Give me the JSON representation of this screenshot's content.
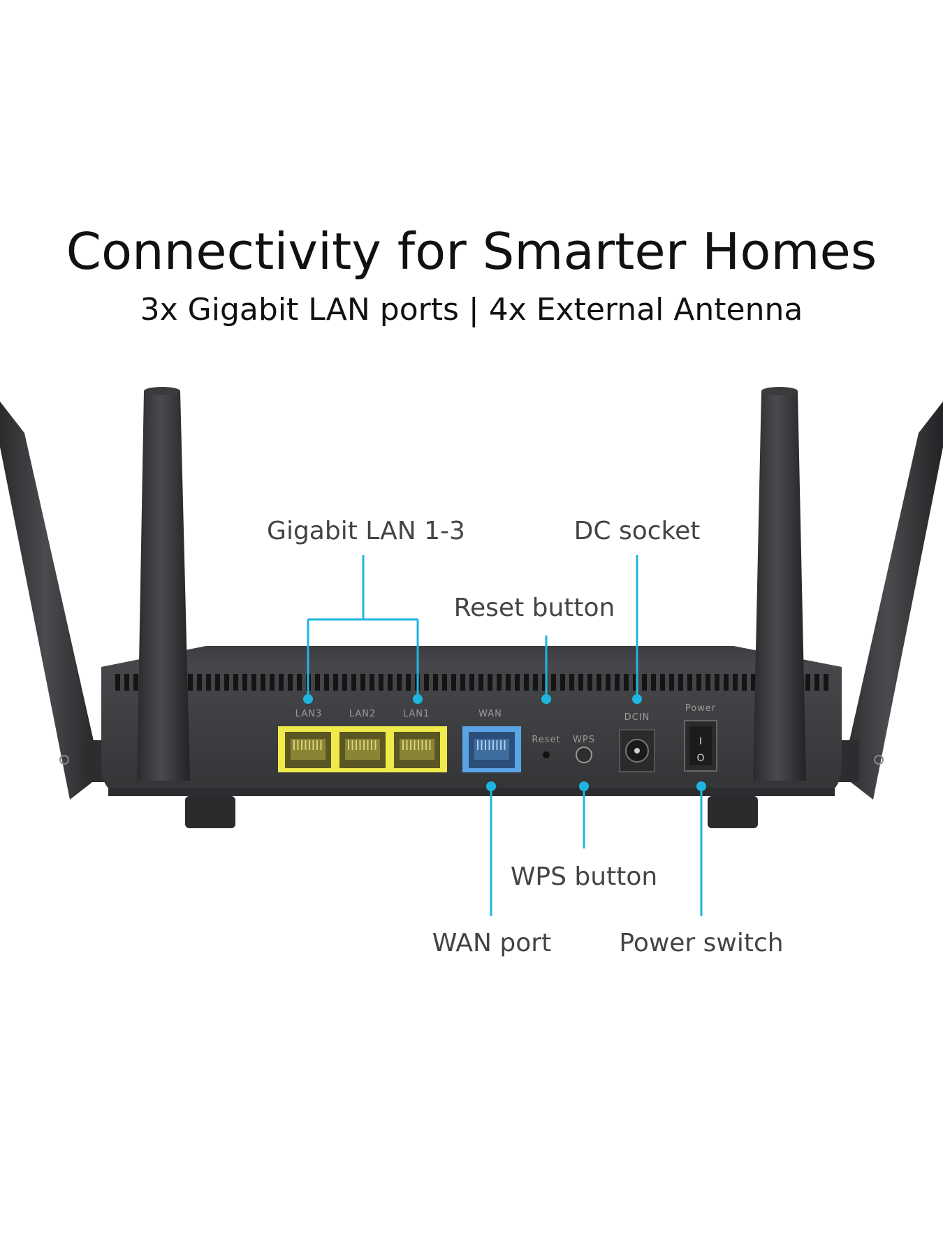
{
  "header": {
    "title": "Connectivity for Smarter Homes",
    "subtitle": "3x Gigabit LAN ports | 4x External Antenna"
  },
  "callouts": {
    "lan": "Gigabit LAN 1-3",
    "dc": "DC socket",
    "reset": "Reset button",
    "wps": "WPS button",
    "wan": "WAN port",
    "power": "Power switch"
  },
  "panel_labels": {
    "lan3": "LAN3",
    "lan2": "LAN2",
    "lan1": "LAN1",
    "wan": "WAN",
    "reset": "Reset",
    "wps": "WPS",
    "dcin": "DCIN",
    "power": "Power",
    "switch_on": "I",
    "switch_off": "O"
  },
  "colors": {
    "callout_line": "#1fb5e0",
    "lan_port": "#f0ea4a",
    "wan_port": "#5aa4e6",
    "router_body": "#3a3b3d"
  }
}
